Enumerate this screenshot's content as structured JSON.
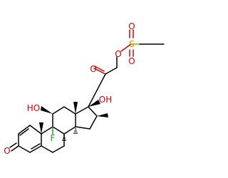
{
  "molecule": {
    "atom_labels": {
      "carbonyl_oxygen_side": "O",
      "ester_oxygen": "O",
      "sulfur": "S",
      "sulfonyl_oxygen_top": "O",
      "sulfonyl_oxygen_bottom": "O",
      "hydroxyl_c17": "OH",
      "hydroxyl_c11": "HO",
      "fluorine": "F",
      "ketone_oxygen": "O"
    },
    "colors": {
      "bond": "#000000",
      "oxygen": "#cc0000",
      "sulfur": "#b5a300",
      "fluorine": "#2c9b2c",
      "hydrogen_text": "#000000"
    }
  }
}
